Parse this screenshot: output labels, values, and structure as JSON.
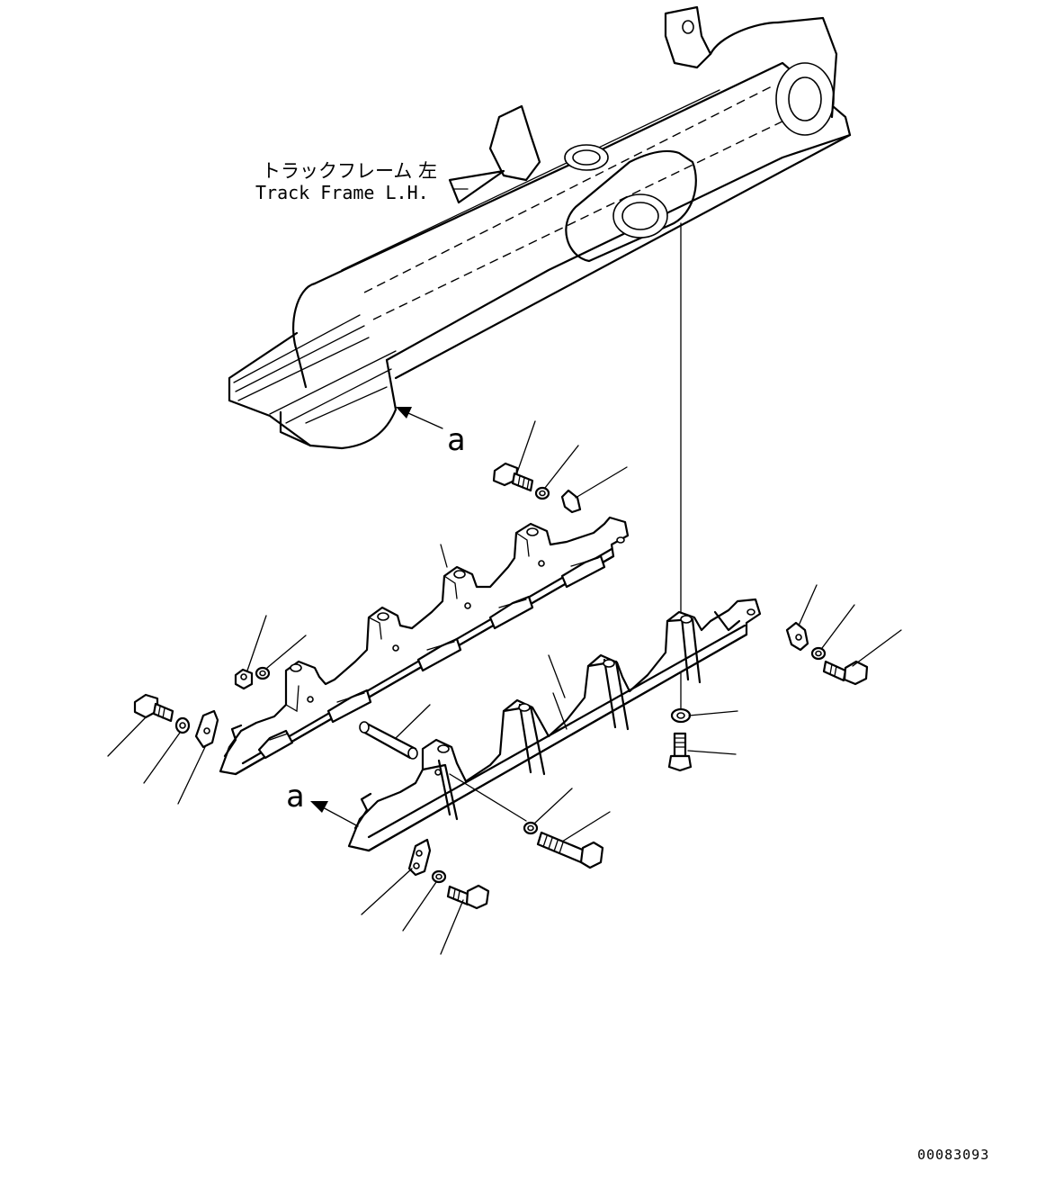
{
  "labels": {
    "frame_jp": "トラックフレーム 左",
    "frame_en": "Track Frame L.H.",
    "view_a_top": "a",
    "view_a_bottom": "a",
    "drawing_number": "00083093"
  },
  "colors": {
    "ink": "#000000",
    "paper": "#ffffff"
  }
}
